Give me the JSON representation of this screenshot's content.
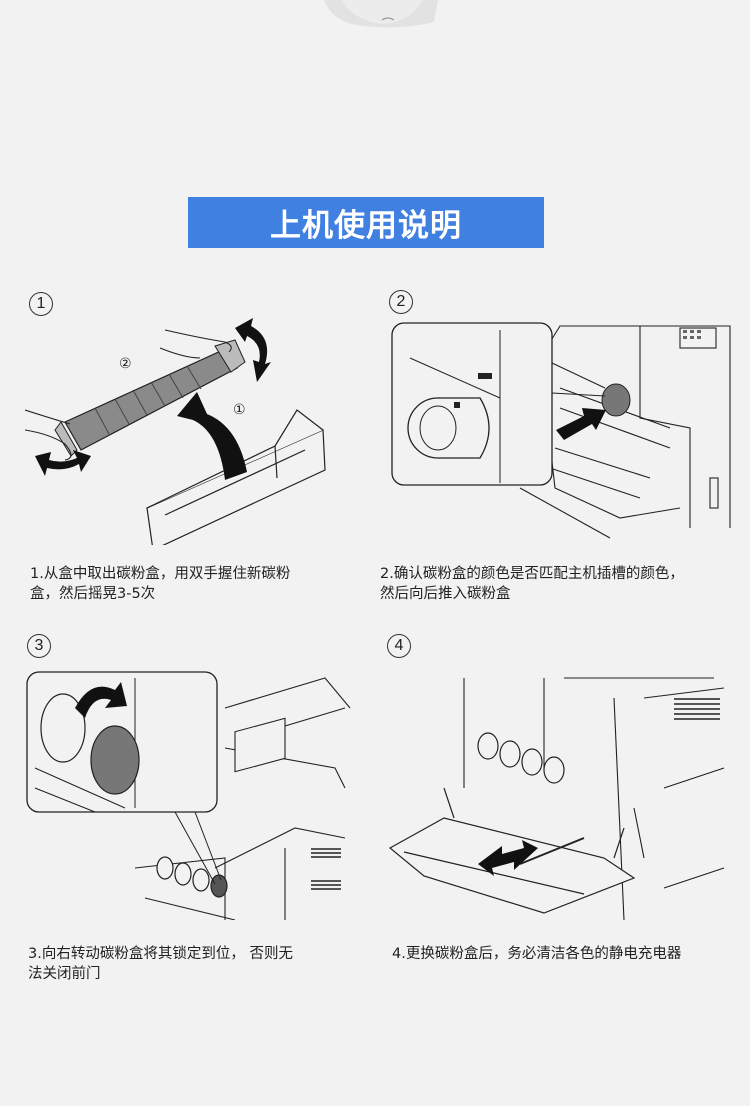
{
  "page": {
    "background": "#f2f2f2",
    "accent_color": "#4080e0"
  },
  "banner": {
    "title": "上机使用说明"
  },
  "steps": [
    {
      "number": "1",
      "callouts": [
        "②",
        "①"
      ],
      "caption_line1": "1.从盒中取出碳粉盒，用双手握住新碳粉",
      "caption_line2": "盒，然后摇晃3-5次"
    },
    {
      "number": "2",
      "caption_line1": "2.确认碳粉盒的颜色是否匹配主机插槽的颜色，",
      "caption_line2": "然后向后推入碳粉盒"
    },
    {
      "number": "3",
      "caption_line1": "3.向右转动碳粉盒将其锁定到位， 否则无",
      "caption_line2": "法关闭前门"
    },
    {
      "number": "4",
      "caption_line1": "4.更换碳粉盒后，务必清洁各色的静电充电器",
      "caption_line2": ""
    }
  ]
}
